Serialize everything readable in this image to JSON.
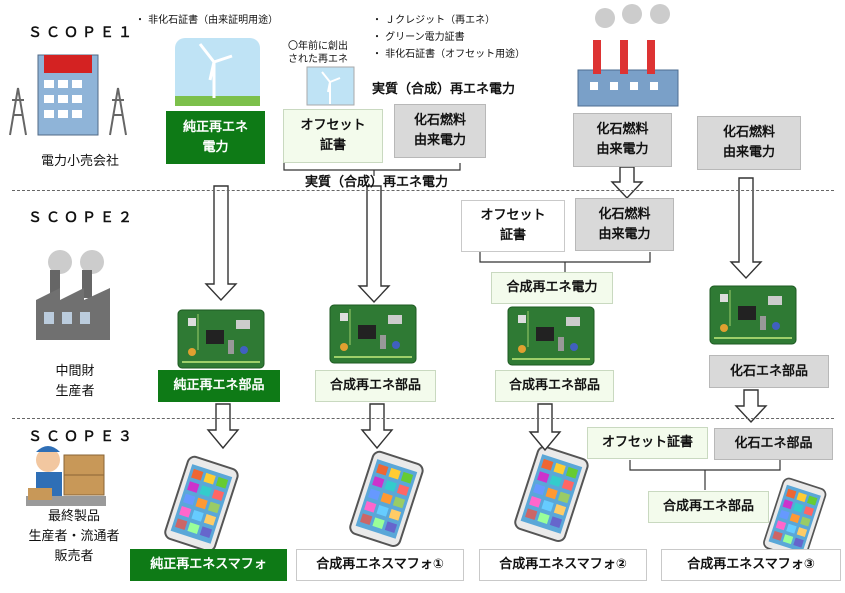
{
  "scopes": {
    "s1": "ＳＣＯＰＥ１",
    "s2": "ＳＣＯＰＥ２",
    "s3": "ＳＣＯＰＥ３"
  },
  "actors": {
    "retailer": "電力小売会社",
    "intermediate": [
      "中間財",
      "生産者"
    ],
    "final": [
      "最終製品",
      "生産者・流通者",
      "販売者"
    ]
  },
  "notes": {
    "left": "・ 非化石証書（由来証明用途）",
    "year": [
      "〇年前に創出",
      "された再エネ"
    ],
    "right": [
      "・ Ｊクレジット（再エネ）",
      "・ グリーン電力証書",
      "・ 非化石証書（オフセット用途）"
    ]
  },
  "labels": {
    "jissitsu_top": "実質（合成）再エネ電力",
    "jissitsu_mid": "実質（合成）再エネ電力"
  },
  "boxes": {
    "pure_power": [
      "純正再エネ",
      "電力"
    ],
    "offset1": [
      "オフセット",
      "証書"
    ],
    "fossil1": [
      "化石燃料",
      "由来電力"
    ],
    "fossil2": [
      "化石燃料",
      "由来電力"
    ],
    "fossil3": [
      "化石燃料",
      "由来電力"
    ],
    "offset2": [
      "オフセット",
      "証書"
    ],
    "fossil4": [
      "化石燃料",
      "由来電力"
    ],
    "synth_power": "合成再エネ電力",
    "pure_part": "純正再エネ部品",
    "synth_part1": "合成再エネ部品",
    "synth_part2": "合成再エネ部品",
    "fossil_part1": "化石エネ部品",
    "offset3": "オフセット証書",
    "fossil_part2": "化石エネ部品",
    "synth_part3": "合成再エネ部品",
    "pure_phone": "純正再エネスマフォ",
    "synth_phone1": "合成再エネスマフォ①",
    "synth_phone2": "合成再エネスマフォ②",
    "synth_phone3": "合成再エネスマフォ③"
  },
  "colors": {
    "green": "#0e7a16",
    "light": "#f3fbec",
    "gray": "#d9d9d9"
  }
}
